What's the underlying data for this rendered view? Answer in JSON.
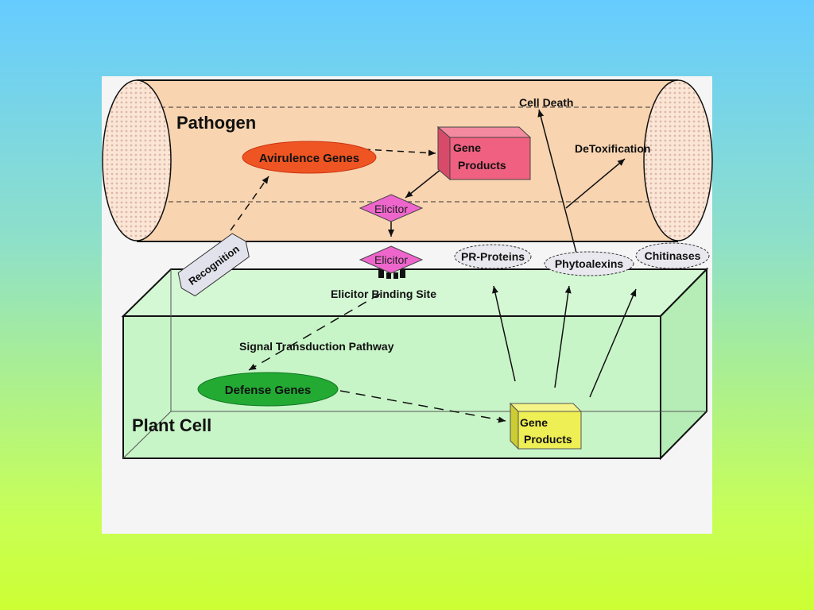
{
  "pathogen": {
    "title": "Pathogen",
    "avirulence_genes": "Avirulence Genes",
    "gene_products": [
      "Gene",
      "Products"
    ],
    "elicitor": "Elicitor",
    "cell_death": "Cell Death",
    "detoxification": "DeToxification"
  },
  "interface": {
    "recognition": "Recognition",
    "elicitor": "Elicitor",
    "elicitor_binding_site": "Elicitor Binding Site",
    "pr_proteins": "PR-Proteins",
    "phytoalexins": "Phytoalexins",
    "chitinases": "Chitinases"
  },
  "plant": {
    "title": "Plant Cell",
    "signal_transduction": "Signal Transduction Pathway",
    "defense_genes": "Defense Genes",
    "gene_products": [
      "Gene",
      "Products"
    ]
  },
  "colors": {
    "background_top": "#66ccff",
    "background_bottom": "#ccff33",
    "pathogen_fill": "#f8d4b0",
    "plant_fill": "#c8f5c8",
    "avirulence_fill": "#ee5522",
    "pathogen_gene_products_fill": "#f06080",
    "elicitor_fill": "#ee66cc",
    "defense_genes_fill": "#22aa33",
    "plant_gene_products_fill": "#eeee55",
    "label_oval_fill": "#e8e8ee"
  }
}
